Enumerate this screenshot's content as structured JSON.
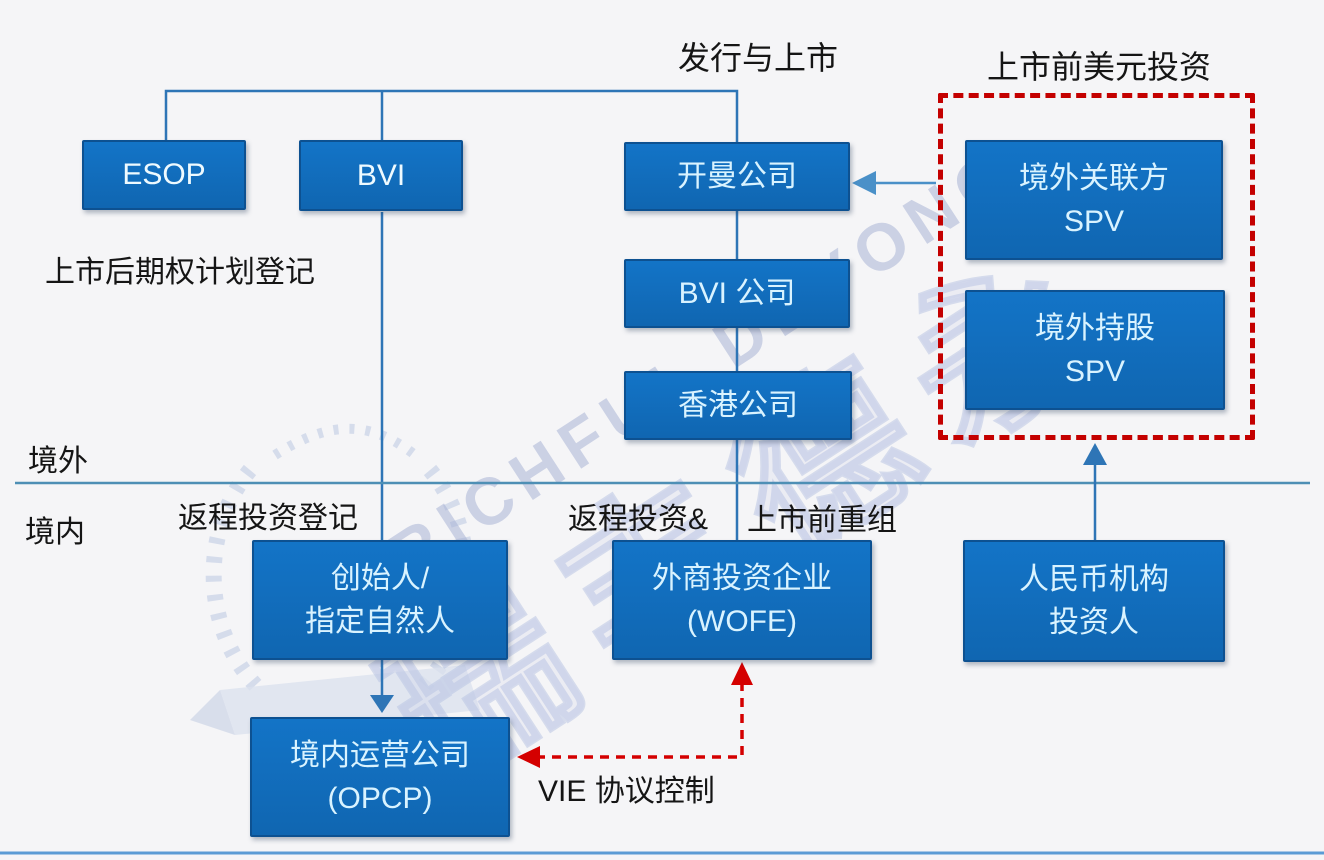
{
  "labels": {
    "issue_and_listing": "发行与上市",
    "pre_ipo_usd_investment": "上市前美元投资",
    "post_ipo_esop_registration": "上市后期权计划登记",
    "offshore": "境外",
    "onshore": "境内",
    "round_trip_investment_registration": "返程投资登记",
    "round_trip_investment": "返程投资&",
    "pre_ipo_restructuring": "上市前重组",
    "vie_control": "VIE 协议控制"
  },
  "boxes": {
    "esop": {
      "line1": "ESOP"
    },
    "bvi": {
      "line1": "BVI"
    },
    "cayman": {
      "line1": "开曼公司"
    },
    "bvi_company": {
      "line1": "BVI 公司"
    },
    "hk_company": {
      "line1": "香港公司"
    },
    "offshore_affiliate_spv": {
      "line1": "境外关联方",
      "line2": "SPV"
    },
    "offshore_holding_spv": {
      "line1": "境外持股",
      "line2": "SPV"
    },
    "founder": {
      "line1": "创始人/",
      "line2": "指定自然人"
    },
    "wofe": {
      "line1": "外商投资企业",
      "line2": "(WOFE)"
    },
    "rmb_investor": {
      "line1": "人民币机构",
      "line2": "投资人"
    },
    "opco": {
      "line1": "境内运营公司",
      "line2": "(OPCP)"
    }
  },
  "watermark": {
    "latin": "RICHFUL DEYONG",
    "cjk": "瑞丰德永"
  },
  "colors": {
    "box_fill": "#1169b8",
    "box_border": "#0d5191",
    "box_text": "#d9f3ff",
    "connector_blue": "#2e75b6",
    "divider_blue": "#4e8fb5",
    "bottom_rule_blue": "#5b9bd5",
    "red_dashed": "#c40000",
    "label_text": "#151515",
    "background": "#f5f5f7"
  }
}
